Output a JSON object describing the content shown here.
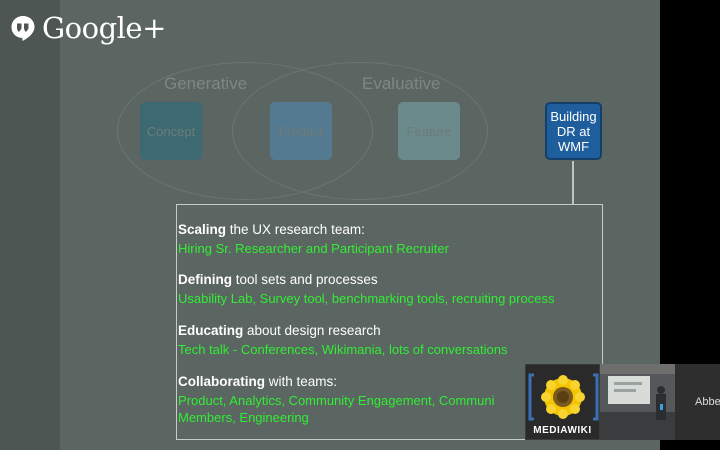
{
  "app": {
    "logo_text": "Google+"
  },
  "venn": {
    "generative_label": "Generative",
    "evaluative_label": "Evaluative",
    "phases": [
      {
        "label": "Concept",
        "color": "#3d6a72"
      },
      {
        "label": "Product",
        "color": "#547a92"
      },
      {
        "label": "Feature",
        "color": "#6b8a8c"
      }
    ]
  },
  "building_box": {
    "label": "Building DR at WMF",
    "color": "#1f5e9c"
  },
  "sections": [
    {
      "title_bold": "Scaling",
      "title_rest": " the UX research team:",
      "detail": "Hiring Sr. Researcher and Participant Recruiter"
    },
    {
      "title_bold": "Defining",
      "title_rest": " tool sets and processes",
      "detail": "Usability Lab, Survey tool, benchmarking tools, recruiting process"
    },
    {
      "title_bold": "Educating",
      "title_rest": " about design research",
      "detail": "Tech talk - Conferences, Wikimania, lots of conversations"
    },
    {
      "title_bold": "Collaborating",
      "title_rest": " with teams:",
      "detail": "Product, Analytics, Community Engagement, Communi",
      "detail2": "Members, Engineering"
    }
  ],
  "participants": {
    "mediawiki_caption": "MEDIAWIKI",
    "name_partial": "Abbe"
  },
  "colors": {
    "slide_bg": "#5b6562",
    "highlight_green": "#31ee33"
  }
}
